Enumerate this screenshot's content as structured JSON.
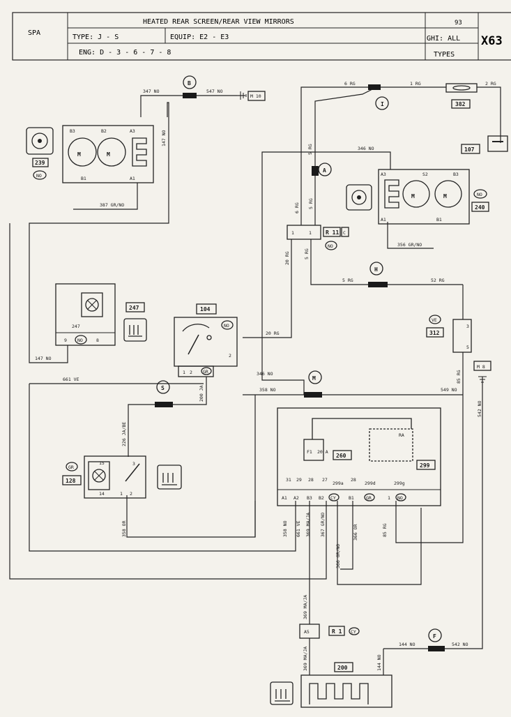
{
  "header": {
    "spa": "SPA",
    "title": "HEATED REAR SCREEN/REAR VIEW MIRRORS",
    "type": "TYPE: J - S",
    "equip": "EQUIP: E2 - E3",
    "eng": "ENG: D - 3 - 6 - 7 - 8",
    "year": "93",
    "ghi": "GHI: ALL",
    "types": "TYPES",
    "code": "X63"
  },
  "components": {
    "c239": "239",
    "c239_tag": "NO",
    "c240": "240",
    "c240_tag": "NO",
    "c247": "247",
    "c247_box": "247",
    "c104": "104",
    "c104_tag": "NO",
    "c312": "312",
    "c312_tag": "VE",
    "c382": "382",
    "c107": "107",
    "c128": "128",
    "c128_tag": "GR",
    "c260": "260",
    "c299": "299",
    "c200": "200",
    "m10": "M 10",
    "m8": "M 8",
    "r11": "R 11",
    "r11_c": "C",
    "r11_tag": "NO",
    "r1": "R 1",
    "r1_tag": "CY",
    "a5": "A5",
    "f1": "F1",
    "f1_val": "20 A",
    "ra": "RA"
  },
  "connectors": {
    "B": "B",
    "I": "I",
    "A": "A",
    "H": "H",
    "M": "M",
    "S": "S",
    "F": "F"
  },
  "wires": {
    "w347a": "347 NO",
    "w547": "547 NO",
    "w147": "147 NO",
    "w387a": "387 GR/NO",
    "w6rg": "6 RG",
    "w1rg": "1 RG",
    "w2rg": "2 RG",
    "w5rg_a": "5 RG",
    "w346a": "346 NO",
    "w6rg_b": "6 RG",
    "w5rg_b": "5 RG",
    "w356": "356 GR/NO",
    "w20rg_a": "20 RG",
    "w5rg_c": "5 RG",
    "w5rg_d": "5 RG",
    "w52rg": "52 RG",
    "w20rg_b": "20 RG",
    "w147b": "147 NO",
    "w661": "661 VE",
    "w346b": "346 NO",
    "w358a": "358 NO",
    "w549": "549 NO",
    "w85rg": "85 RG",
    "w200ja": "200 JA",
    "w226": "226 JA/BE",
    "w542a": "542 NO",
    "w358or": "358 OR",
    "w358no": "358 NO",
    "w661b": "661 VE",
    "w369": "369 MA/JA",
    "w367": "367 GR/NO",
    "w366": "366 GR/NO",
    "w366or": "366 OR",
    "w85rg_b": "85 RG",
    "w369b": "369 MA/JA",
    "w369c": "369 MA/JA",
    "w144a": "144 NO",
    "w144b": "144 NO",
    "w542b": "542 NO"
  },
  "pins": {
    "b3a": "B3",
    "b2a": "B2",
    "a3a": "A3",
    "b1a": "B1",
    "a1a": "A1",
    "a3b": "A3",
    "s2": "S2",
    "b3b": "B3",
    "a1b": "A1",
    "b1b": "B1",
    "p9": "9",
    "p8": "8",
    "p3": "3",
    "p5": "5",
    "p1": "1",
    "p2": "2",
    "p15": "15",
    "p14": "14",
    "p31": "31",
    "p29": "29",
    "p28": "28",
    "p27": "27",
    "p299a": "299a",
    "p299d": "299d",
    "p299g": "299g",
    "pa1": "A1",
    "pa2": "A2",
    "pb3": "B3",
    "pb2": "B2",
    "pcy": "CY",
    "pb1": "B1",
    "pgr": "GR",
    "pno": "NO"
  }
}
